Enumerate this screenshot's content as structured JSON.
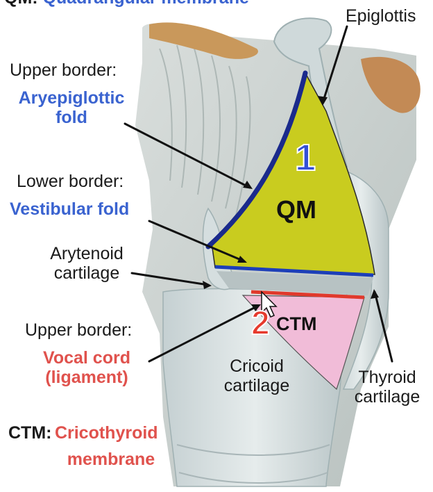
{
  "top_caption": {
    "abbr": "QM:",
    "text": "Quadrangular membrane"
  },
  "labels": {
    "epiglottis": "Epiglottis",
    "upper_border_1": "Upper border:",
    "aryepiglottic_fold": "Aryepiglottic",
    "aryepiglottic_fold_2": "fold",
    "lower_border": "Lower border:",
    "vestibular_fold": "Vestibular fold",
    "arytenoid_cartilage": "Arytenoid",
    "arytenoid_cartilage_2": "cartilage",
    "upper_border_2": "Upper border:",
    "vocal_cord": "Vocal cord",
    "vocal_cord_2": "(ligament)",
    "cricoid_cartilage": "Cricoid",
    "cricoid_cartilage_2": "cartilage",
    "thyroid_cartilage": "Thyroid",
    "thyroid_cartilage_2": "cartilage",
    "ctm_abbr": "CTM:",
    "ctm_text": "Cricothyroid",
    "ctm_text_2": "membrane"
  },
  "markers": {
    "qm_number": "1",
    "qm_label": "QM",
    "ctm_number": "2",
    "ctm_label": "CTM"
  },
  "colors": {
    "qm_fill": "#c9cc1f",
    "ctm_fill": "#f1bcd8",
    "blue_label": "#3a63d0",
    "red_label": "#e0524d"
  }
}
